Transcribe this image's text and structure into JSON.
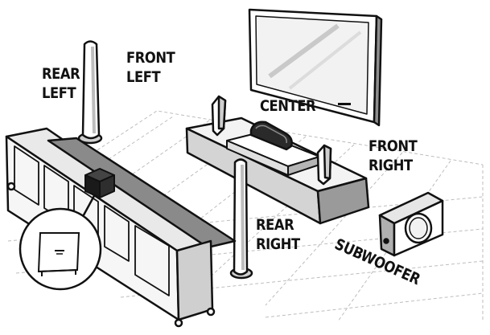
{
  "labels": {
    "rear_left": [
      "REAR",
      "LEFT"
    ],
    "front_left": [
      "FRONT",
      "LEFT"
    ],
    "center": "CENTER",
    "front_right": [
      "FRONT",
      "RIGHT"
    ],
    "rear_right": [
      "REAR",
      "RIGHT"
    ],
    "subwoofer": "SUBWOOFER"
  },
  "colors": {
    "line": "#111111",
    "fill": "#ffffff",
    "shade_light": "#e6e6e6",
    "shade_mid": "#c9c9c9",
    "shade_dark": "#8e8e8e",
    "grid": "#bdbdbd",
    "black": "#1a1a1a"
  }
}
